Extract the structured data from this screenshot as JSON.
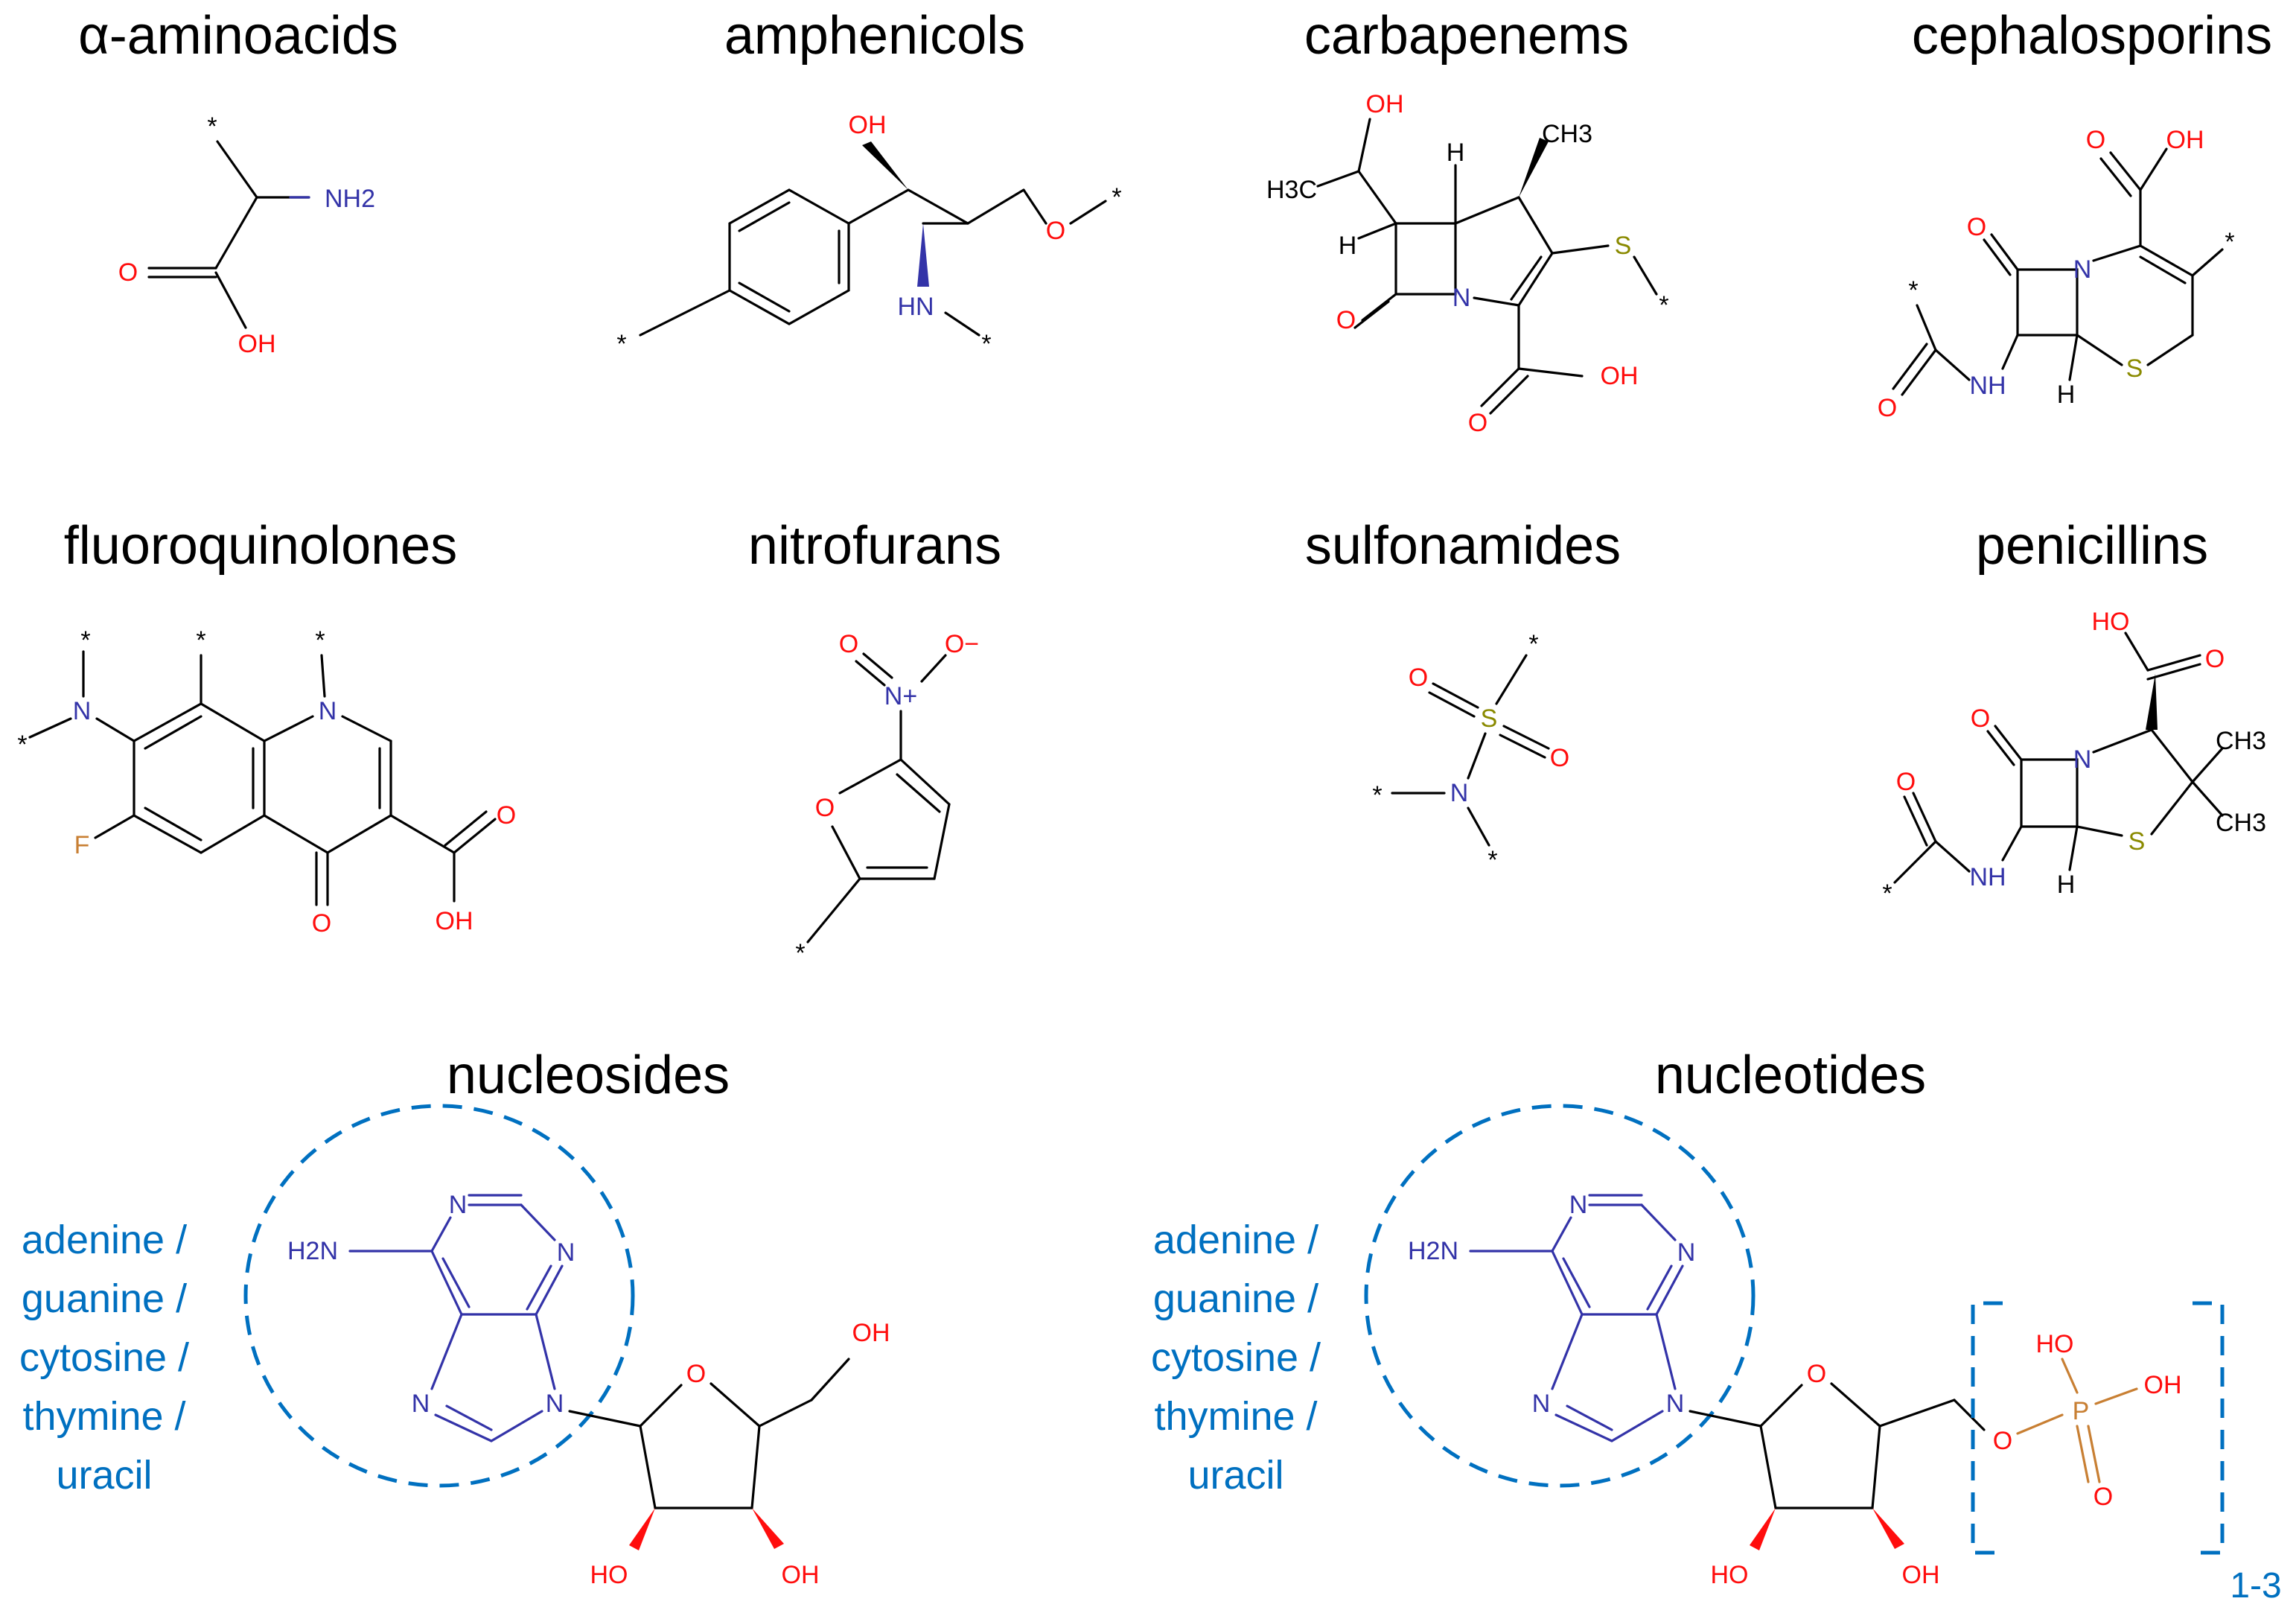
{
  "colors": {
    "base_label": "#0070c0",
    "oxygen": "#ff0d0d",
    "nitrogen": "#3333a8",
    "sulfur": "#8a8a00",
    "fluorine_phosphorus": "#c87f33"
  },
  "panels": {
    "aminoacids": {
      "title": "α-aminoacids"
    },
    "amphenicols": {
      "title": "amphenicols"
    },
    "carbapenems": {
      "title": "carbapenems"
    },
    "cephalosporins": {
      "title": "cephalosporins"
    },
    "fluoroquinolones": {
      "title": "fluoroquinolones"
    },
    "nitrofurans": {
      "title": "nitrofurans"
    },
    "sulfonamides": {
      "title": "sulfonamides"
    },
    "penicillins": {
      "title": "penicillins"
    },
    "nucleosides": {
      "title": "nucleosides"
    },
    "nucleotides": {
      "title": "nucleotides"
    }
  },
  "atoms": {
    "star": "*",
    "nh2": "NH2",
    "o": "O",
    "oh": "OH",
    "ho": "HO",
    "hn": "HN",
    "nh": "NH",
    "n": "N",
    "h": "H",
    "s": "S",
    "f": "F",
    "p": "P",
    "ch3": "CH3",
    "h3c": "H3C",
    "h2n": "H2N",
    "no2_n": "N+",
    "no2_o": "O−"
  },
  "bases": {
    "lines": [
      "adenine /",
      "guanine /",
      "cytosine /",
      "thymine /",
      "uracil"
    ]
  },
  "phosphate_count": "1-3"
}
